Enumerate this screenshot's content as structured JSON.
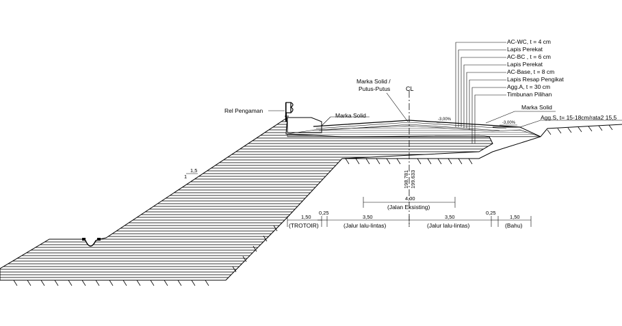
{
  "labels": {
    "rel_pengaman": "Rel Pengaman",
    "marka_solid_left": "Marka Solid",
    "marka_solid_putus_1": "Marka Solid /",
    "marka_solid_putus_2": "Putus-Putus",
    "centerline_symbol": "CL",
    "marka_solid_right": "Marka Solid",
    "agg_s": "Agg.S, t= 15-18cm/rata2 15,5",
    "slope_top": "1,5",
    "slope_bottom": "1",
    "slope_pct_left": "-3,00%",
    "slope_pct_right": "-3,00%",
    "elev_1": "198.781",
    "elev_2": "199.633"
  },
  "layers": [
    "AC-WC, t = 4 cm",
    "Lapis Perekat",
    "AC-BC , t = 6 cm",
    "Lapis Perekat",
    "AC-Base, t = 8 cm",
    "Lapis Resap Pengikat",
    "Agg.A, t = 30 cm",
    "Timbunan Pilihan"
  ],
  "dims": {
    "jalan_value": "4,00",
    "jalan_label": "(Jalan Eksisting)",
    "trotoir_value": "1,50",
    "trotoir_label": "(TROTOIR)",
    "gap_left": "0,25",
    "lane_left_value": "3,50",
    "lane_left_label": "(Jalur lalu-lintas)",
    "lane_right_value": "3,50",
    "lane_right_label": "(Jalur lalu-lintas)",
    "gap_right": "0,25",
    "bahu_value": "1,50",
    "bahu_label": "(Bahu)"
  }
}
